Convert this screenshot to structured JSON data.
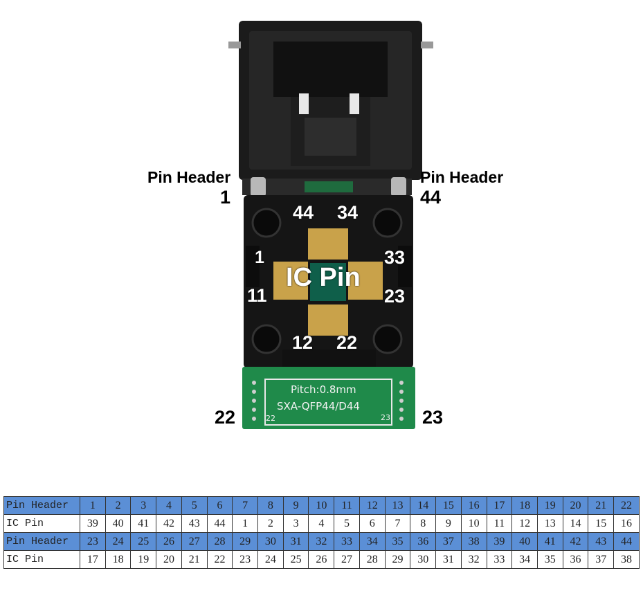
{
  "labels": {
    "pin_header_left": "Pin Header",
    "pin_header_right": "Pin Header",
    "num_1": "1",
    "num_44": "44",
    "ic_pin": "IC Pin",
    "socket_44": "44",
    "socket_34": "34",
    "socket_1": "1",
    "socket_33": "33",
    "socket_11": "11",
    "socket_23": "23",
    "socket_12": "12",
    "socket_22": "22",
    "bottom_22": "22",
    "bottom_23": "23"
  },
  "pcb": {
    "pitch": "Pitch:0.8mm",
    "model": "SXA-QFP44/D44",
    "corner_left": "22",
    "corner_right": "23"
  },
  "table": {
    "rows": [
      {
        "label": "Pin Header",
        "values": [
          "1",
          "2",
          "3",
          "4",
          "5",
          "6",
          "7",
          "8",
          "9",
          "10",
          "11",
          "12",
          "13",
          "14",
          "15",
          "16",
          "17",
          "18",
          "19",
          "20",
          "21",
          "22"
        ]
      },
      {
        "label": "IC Pin",
        "values": [
          "39",
          "40",
          "41",
          "42",
          "43",
          "44",
          "1",
          "2",
          "3",
          "4",
          "5",
          "6",
          "7",
          "8",
          "9",
          "10",
          "11",
          "12",
          "13",
          "14",
          "15",
          "16"
        ]
      },
      {
        "label": "Pin Header",
        "values": [
          "23",
          "24",
          "25",
          "26",
          "27",
          "28",
          "29",
          "30",
          "31",
          "32",
          "33",
          "34",
          "35",
          "36",
          "37",
          "38",
          "39",
          "40",
          "41",
          "42",
          "43",
          "44"
        ]
      },
      {
        "label": "IC Pin",
        "values": [
          "17",
          "18",
          "19",
          "20",
          "21",
          "22",
          "23",
          "24",
          "25",
          "26",
          "27",
          "28",
          "29",
          "30",
          "31",
          "32",
          "33",
          "34",
          "35",
          "36",
          "37",
          "38"
        ]
      }
    ]
  },
  "colors": {
    "header_row": "#5b8fd6",
    "socket_body": "#1a1a1a",
    "pcb_green": "#1f8a4a"
  }
}
